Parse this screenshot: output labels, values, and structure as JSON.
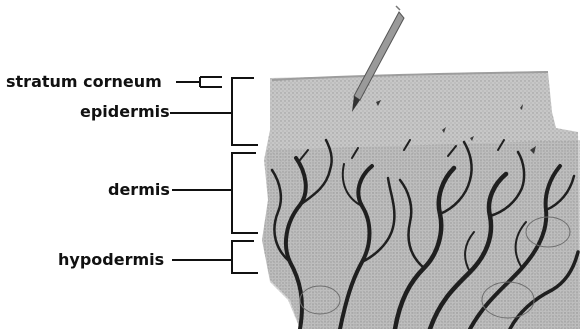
{
  "diagram": {
    "labels": {
      "stratum_corneum": "stratum corneum",
      "epidermis": "epidermis",
      "dermis": "dermis",
      "hypodermis": "hypodermis"
    },
    "colors": {
      "tissue": "#c4c4c4",
      "tissue_dark": "#8a8a8a",
      "vessel": "#1f1f1f",
      "ink": "#111111",
      "background": "#ffffff"
    }
  }
}
